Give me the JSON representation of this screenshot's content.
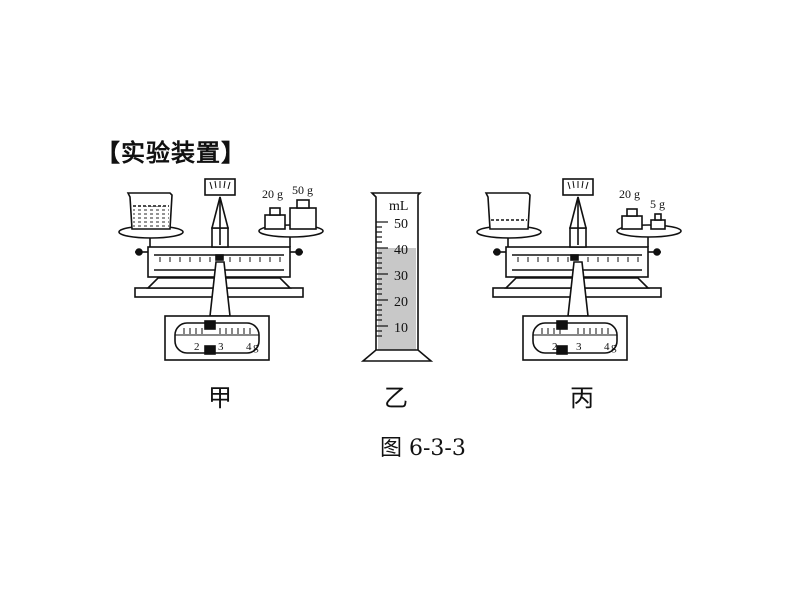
{
  "heading": "【实验装置】",
  "balance_a": {
    "label": "甲",
    "weight_labels": [
      "20 g",
      "50 g"
    ],
    "scale_ticks": [
      "2",
      "3",
      "4",
      "g"
    ]
  },
  "cylinder": {
    "label": "乙",
    "unit": "mL",
    "ticks": [
      "50",
      "40",
      "30",
      "20",
      "10"
    ]
  },
  "balance_c": {
    "label": "丙",
    "weight_labels": [
      "20 g",
      "5 g"
    ],
    "scale_ticks": [
      "2",
      "3",
      "4",
      "g"
    ]
  },
  "figure_caption": "图  6-3-3"
}
